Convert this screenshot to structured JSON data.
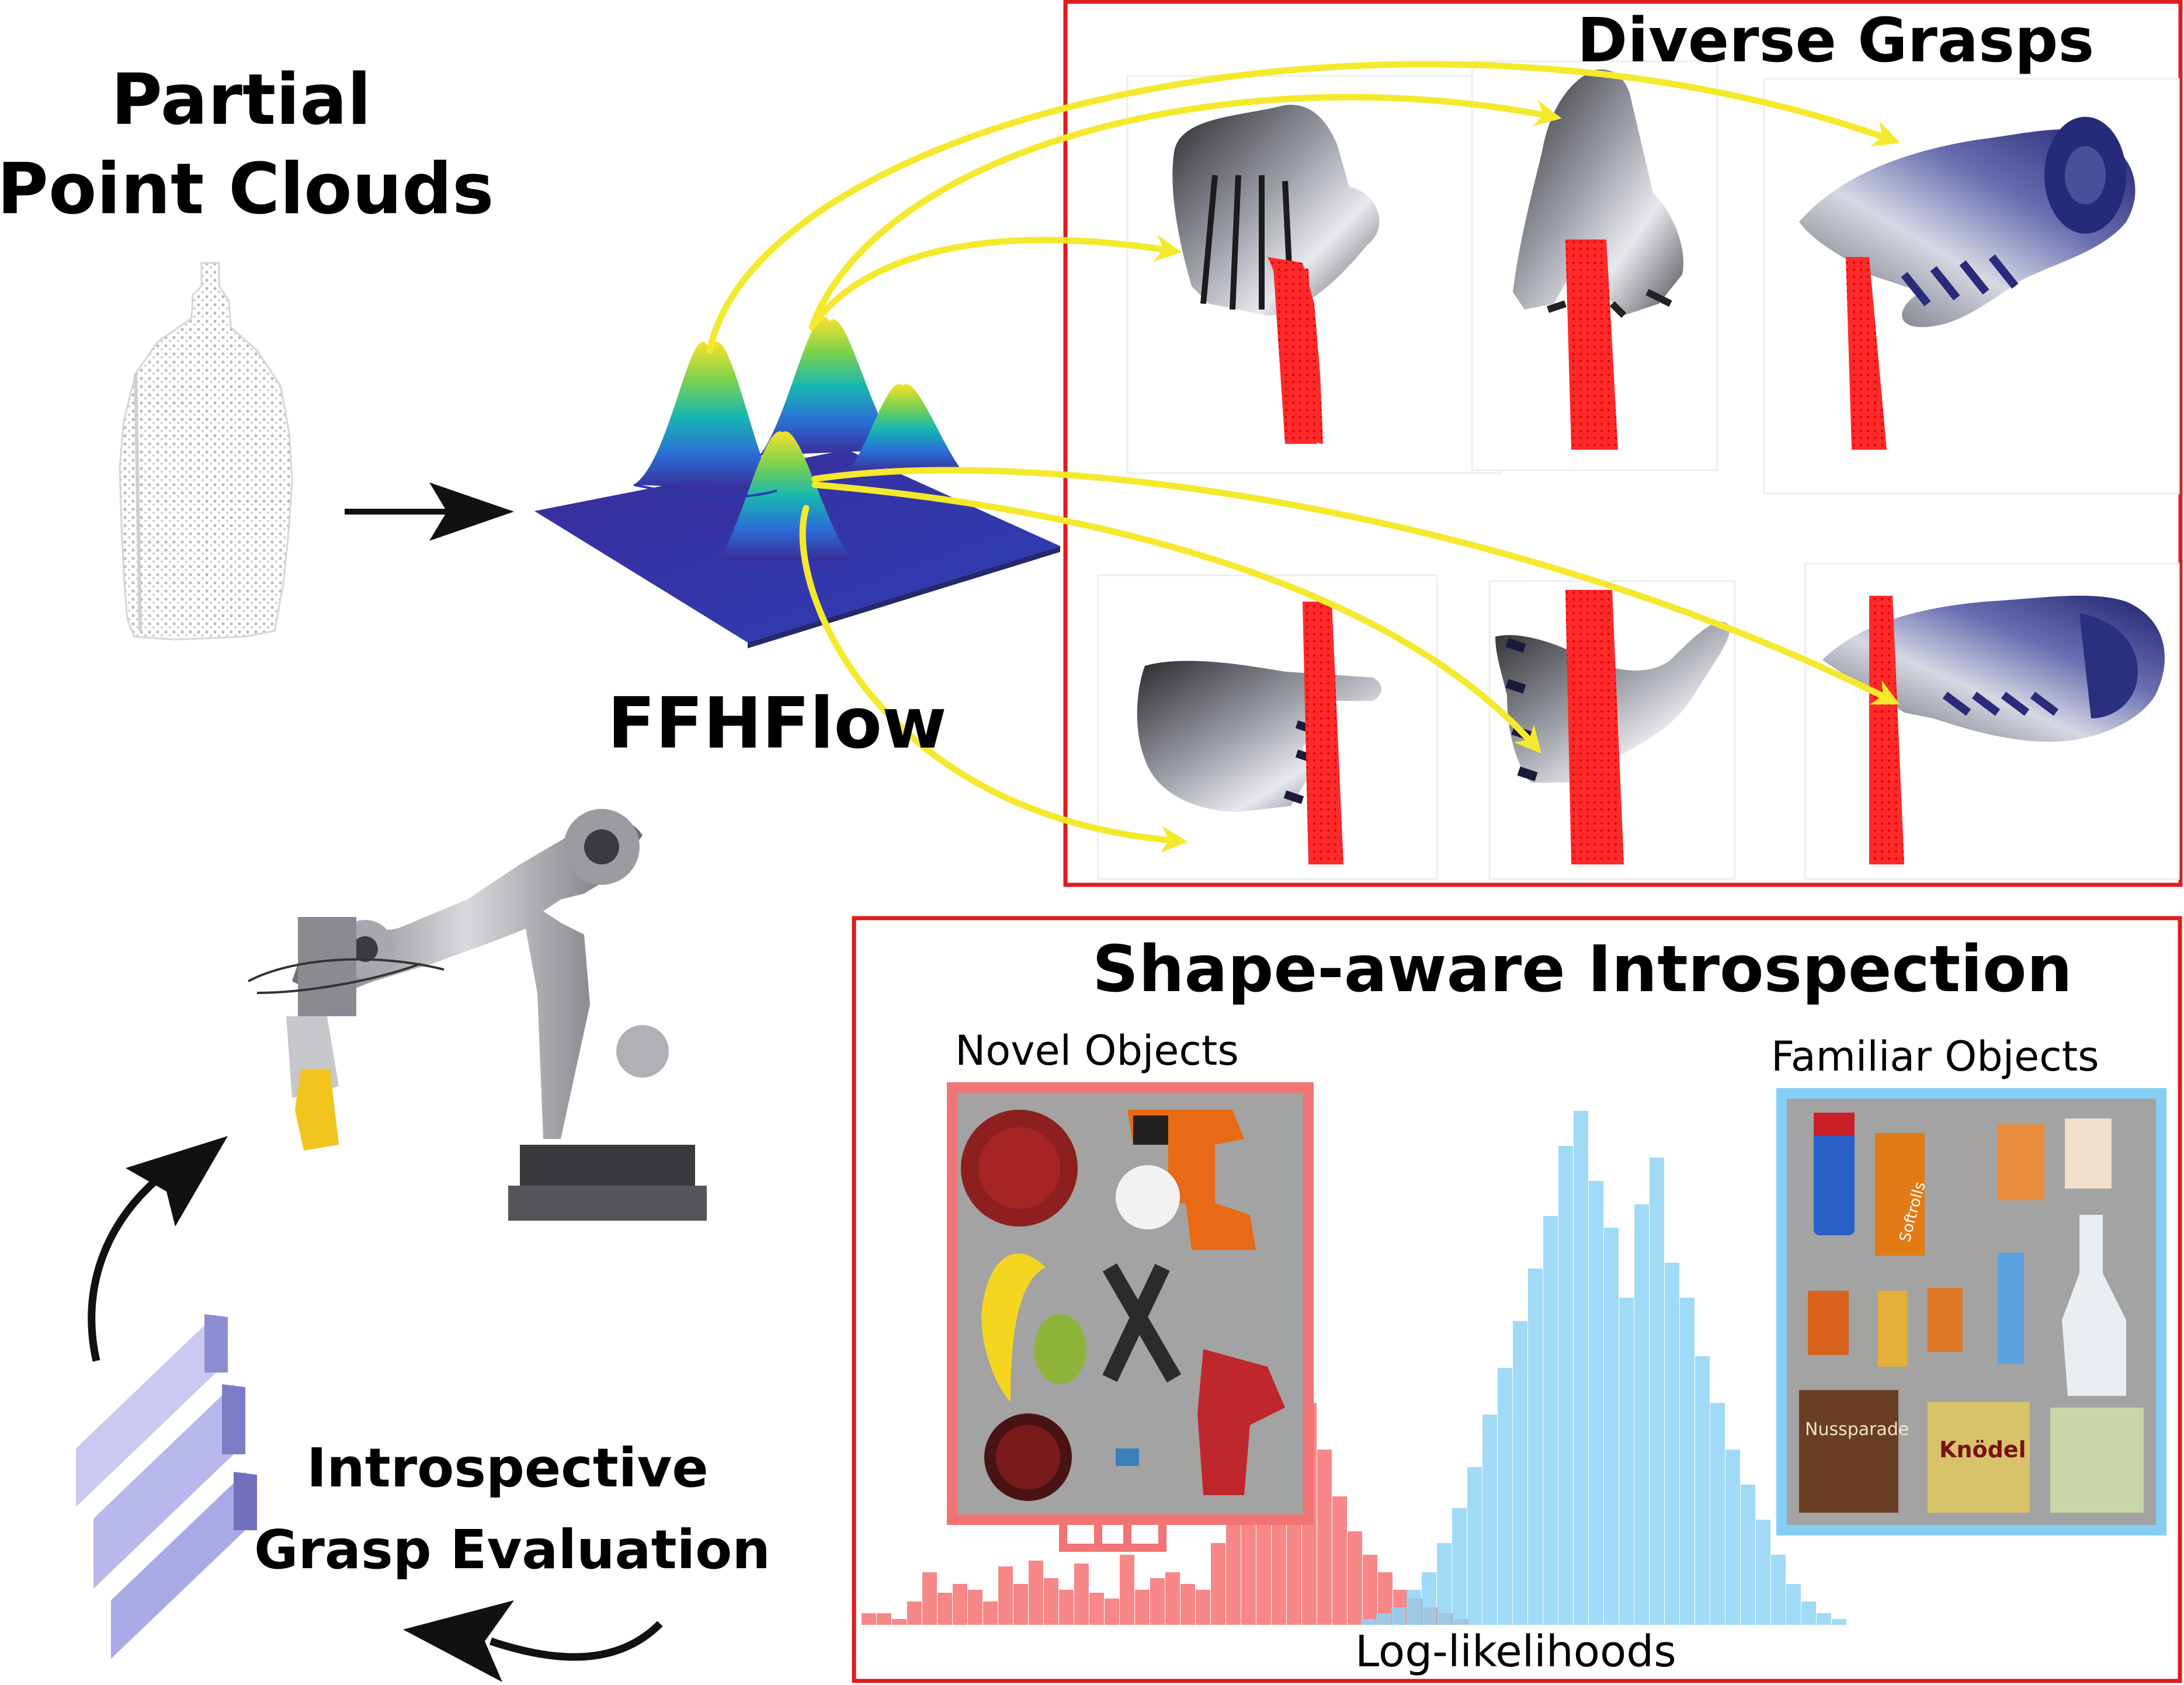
{
  "labels": {
    "partial_point_clouds_line1": "Partial",
    "partial_point_clouds_line2": "Point Clouds",
    "ffhflow": "FFHFlow",
    "diverse_grasps": "Diverse Grasps",
    "shape_aware_introspection": "Shape-aware Introspection",
    "novel_objects": "Novel Objects",
    "familiar_objects": "Familiar Objects",
    "log_likelihoods": "Log-likelihoods",
    "introspective_line1": "Introspective",
    "introspective_line2": "Grasp Evaluation"
  },
  "product_text": {
    "softrolls": "Softrolls",
    "nussparade": "Nussparade",
    "knoedel": "Knödel"
  },
  "colors": {
    "frame_red": "#e01b1b",
    "novel_red": "#f37474",
    "familiar_blue": "#86cef3",
    "arrow_yellow": "#f5e92e",
    "point_cloud_red": "#ff1a1a",
    "hist_novel": "#f77a7a",
    "hist_familiar": "#8fd3f5",
    "hist_overlap": "#b86c82",
    "layers_purple": "#8f8fd6"
  },
  "icons": {
    "input_arrow": "black-right-arrow-icon",
    "cycle_up_arrow": "curved-up-arrow-icon",
    "cycle_left_arrow": "curved-left-arrow-icon",
    "evaluator_icon": "stacked-layers-icon",
    "distribution_icon": "multimodal-density-surface-icon",
    "robot_icon": "robot-arm-with-hand-icon"
  }
}
